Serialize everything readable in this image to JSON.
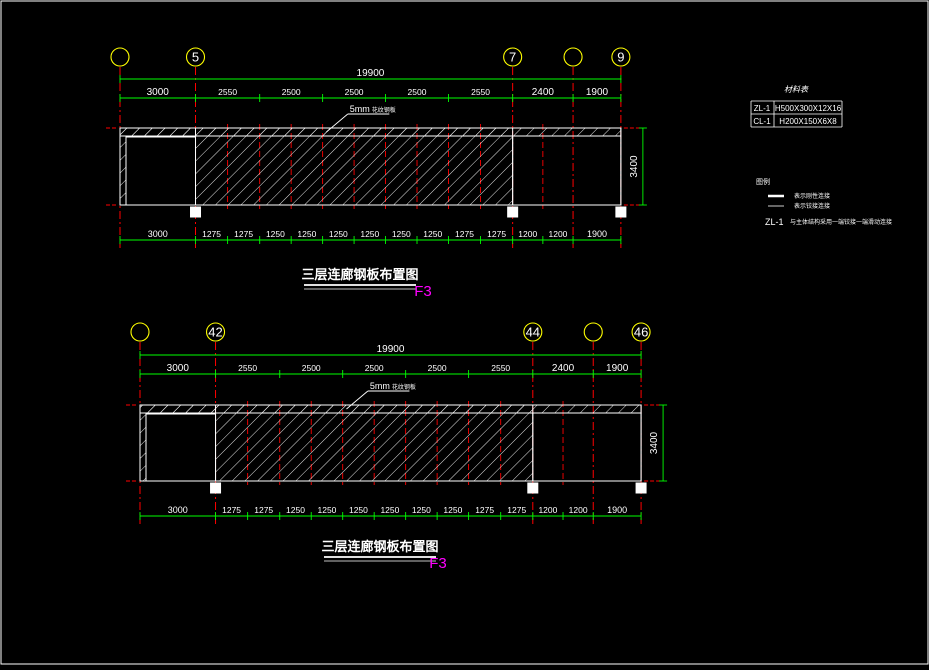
{
  "colors": {
    "background": "#000000",
    "dimension": "#00ff00",
    "dim_text": "#ffffff",
    "axis_bubble": "#ffff00",
    "axis_line": "#ff0000",
    "outline": "#ffffff",
    "hatch": "#ffffff",
    "tag": "#ff00ff"
  },
  "plans": [
    {
      "axes": [
        "",
        "5",
        "7",
        "",
        "9"
      ],
      "total": "19900",
      "top_dims": [
        "3000",
        "2550",
        "2500",
        "2500",
        "2500",
        "2550",
        "2400",
        "1900"
      ],
      "bottom_dims": [
        "3000",
        "1275",
        "1275",
        "1250",
        "1250",
        "1250",
        "1250",
        "1250",
        "1250",
        "1275",
        "1275",
        "1200",
        "1200",
        "1900"
      ],
      "callout": "5mm",
      "callout_sub": "花纹钢板",
      "height_dim": "3400",
      "title": "三层连廊钢板布置图",
      "tag": "F3"
    },
    {
      "axes": [
        "",
        "42",
        "44",
        "",
        "46"
      ],
      "total": "19900",
      "top_dims": [
        "3000",
        "2550",
        "2500",
        "2500",
        "2500",
        "2550",
        "2400",
        "1900"
      ],
      "bottom_dims": [
        "3000",
        "1275",
        "1275",
        "1250",
        "1250",
        "1250",
        "1250",
        "1250",
        "1250",
        "1275",
        "1275",
        "1200",
        "1200",
        "1900"
      ],
      "callout": "5mm",
      "callout_sub": "花纹钢板",
      "height_dim": "3400",
      "title": "三层连廊钢板布置图",
      "tag": "F3"
    }
  ],
  "material_table": {
    "title": "材料表",
    "rows": [
      {
        "code": "ZL-1",
        "spec": "H500X300X12X16"
      },
      {
        "code": "CL-1",
        "spec": "H200X150X6X8"
      }
    ]
  },
  "legend": {
    "title": "图例",
    "items": [
      "表示刚性连接",
      "表示铰接连接"
    ],
    "note_code": "ZL-1",
    "note_text": "与主体结构采用一端铰接一端滑动连接"
  }
}
